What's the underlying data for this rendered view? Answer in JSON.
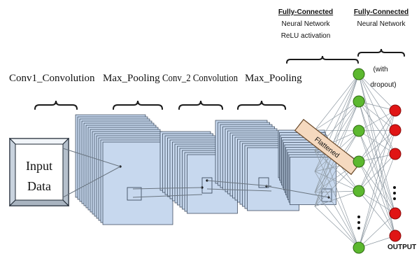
{
  "labels": {
    "conv1": "Conv1_Convolution",
    "pool1": "Max_Pooling",
    "conv2": "Conv_2 Convolution",
    "pool2": "Max_Pooling",
    "fc1_title": "Fully-Connected",
    "fc1_line2": "Neural Network",
    "fc1_line3": "ReLU activation",
    "fc2_title": "Fully-Connected",
    "fc2_line2": "Neural Network",
    "dropout_line1": "(with",
    "dropout_line2": "dropout)",
    "input_line1": "Input",
    "input_line2": "Data",
    "flattened": "Flattened",
    "output": "OUTPUT"
  },
  "colors": {
    "volume_fill": "#c7d8ee",
    "volume_stroke": "#2e3d50",
    "input_fill": "#dfe7f0",
    "flattened_fill": "#f5d9bf",
    "hidden_node": "#5cb82f",
    "output_node": "#e01515",
    "connection": "#8f9aa3"
  }
}
